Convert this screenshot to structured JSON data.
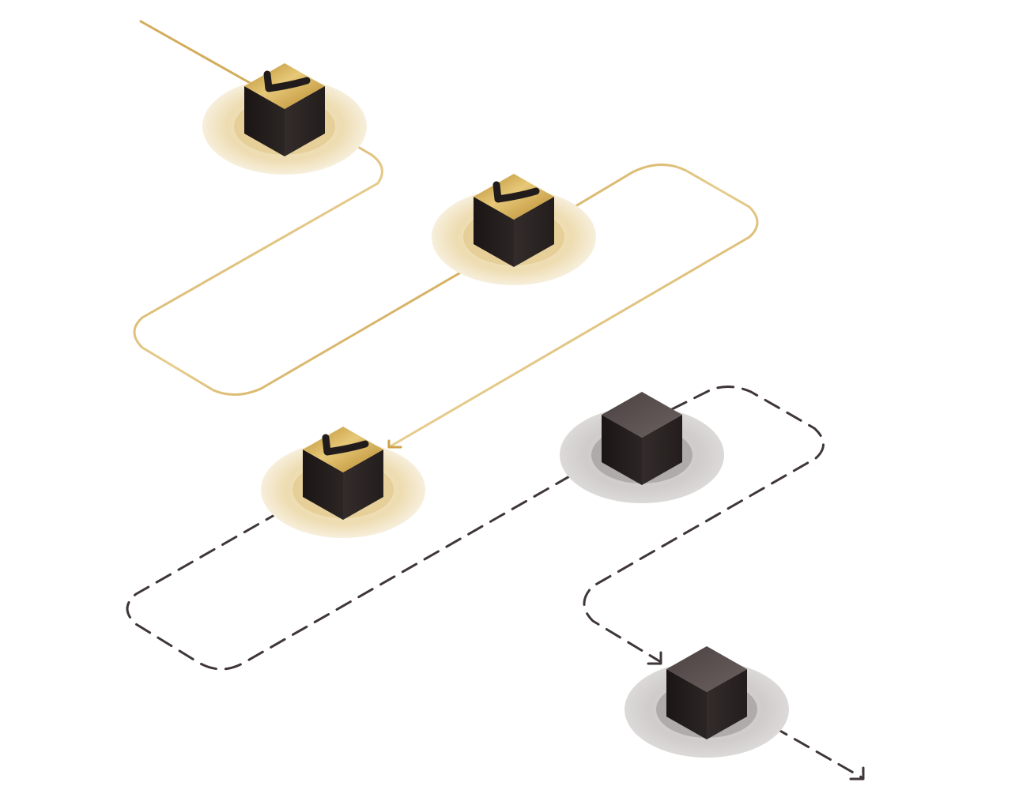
{
  "colors": {
    "background": "#ffffff",
    "gold_line": "#c89a3a",
    "gold_light": "#ead3a0",
    "gold_disc": "#efdcb2",
    "gray_disc": "#c9c6c5",
    "dashed_line": "#3f3638",
    "cube_dark": "#201b1a",
    "cube_mid": "#2e2827"
  },
  "nodes": [
    {
      "id": "block-1",
      "state": "completed",
      "icon": "checkmark-icon"
    },
    {
      "id": "block-2",
      "state": "completed",
      "icon": "checkmark-icon"
    },
    {
      "id": "block-3",
      "state": "completed",
      "icon": "checkmark-icon"
    },
    {
      "id": "block-4",
      "state": "pending"
    },
    {
      "id": "block-5",
      "state": "pending"
    }
  ],
  "connections": [
    {
      "from": "block-1",
      "to": "block-2",
      "style": "solid-gold"
    },
    {
      "from": "block-2",
      "to": "block-3",
      "style": "solid-gold",
      "arrow": true
    },
    {
      "from": "block-3",
      "to": "block-4",
      "style": "dashed",
      "arrow": true
    },
    {
      "from": "block-4",
      "to": "block-5",
      "style": "dashed",
      "arrow": true
    }
  ]
}
